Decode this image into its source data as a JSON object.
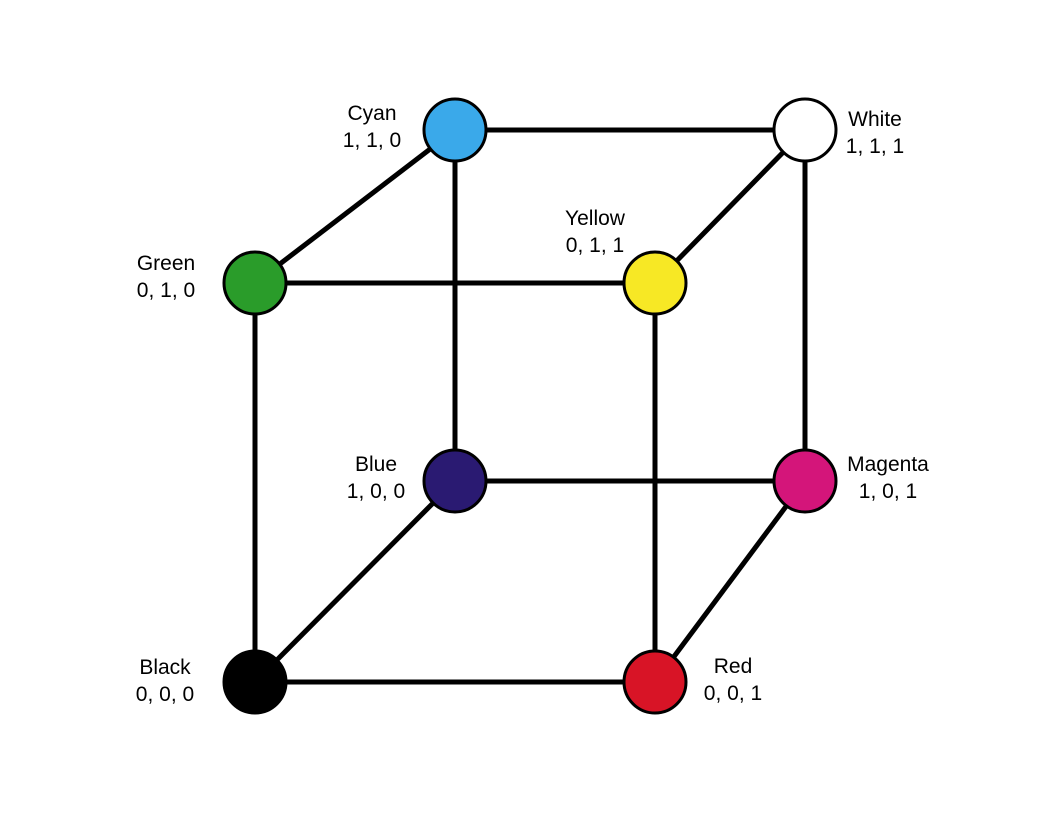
{
  "colors": {
    "edge": "#000000",
    "node_stroke": "#000000"
  },
  "vertices": {
    "cyan": {
      "name": "Cyan",
      "coords": "1, 1, 0",
      "color": "#3aa9ea"
    },
    "white": {
      "name": "White",
      "coords": "1, 1, 1",
      "color": "#ffffff"
    },
    "green": {
      "name": "Green",
      "coords": "0, 1, 0",
      "color": "#2a9c2a"
    },
    "yellow": {
      "name": "Yellow",
      "coords": "0, 1, 1",
      "color": "#f7e825"
    },
    "blue": {
      "name": "Blue",
      "coords": "1, 0, 0",
      "color": "#2a1a72"
    },
    "magenta": {
      "name": "Magenta",
      "coords": "1, 0, 1",
      "color": "#d4157a"
    },
    "black": {
      "name": "Black",
      "coords": "0, 0, 0",
      "color": "#000000"
    },
    "red": {
      "name": "Red",
      "coords": "0, 0, 1",
      "color": "#d81426"
    }
  },
  "edges": [
    [
      "cyan",
      "white"
    ],
    [
      "cyan",
      "green"
    ],
    [
      "cyan",
      "blue"
    ],
    [
      "white",
      "yellow"
    ],
    [
      "white",
      "magenta"
    ],
    [
      "green",
      "yellow"
    ],
    [
      "green",
      "black"
    ],
    [
      "yellow",
      "red"
    ],
    [
      "blue",
      "magenta"
    ],
    [
      "blue",
      "black"
    ],
    [
      "black",
      "red"
    ],
    [
      "magenta",
      "red"
    ]
  ]
}
